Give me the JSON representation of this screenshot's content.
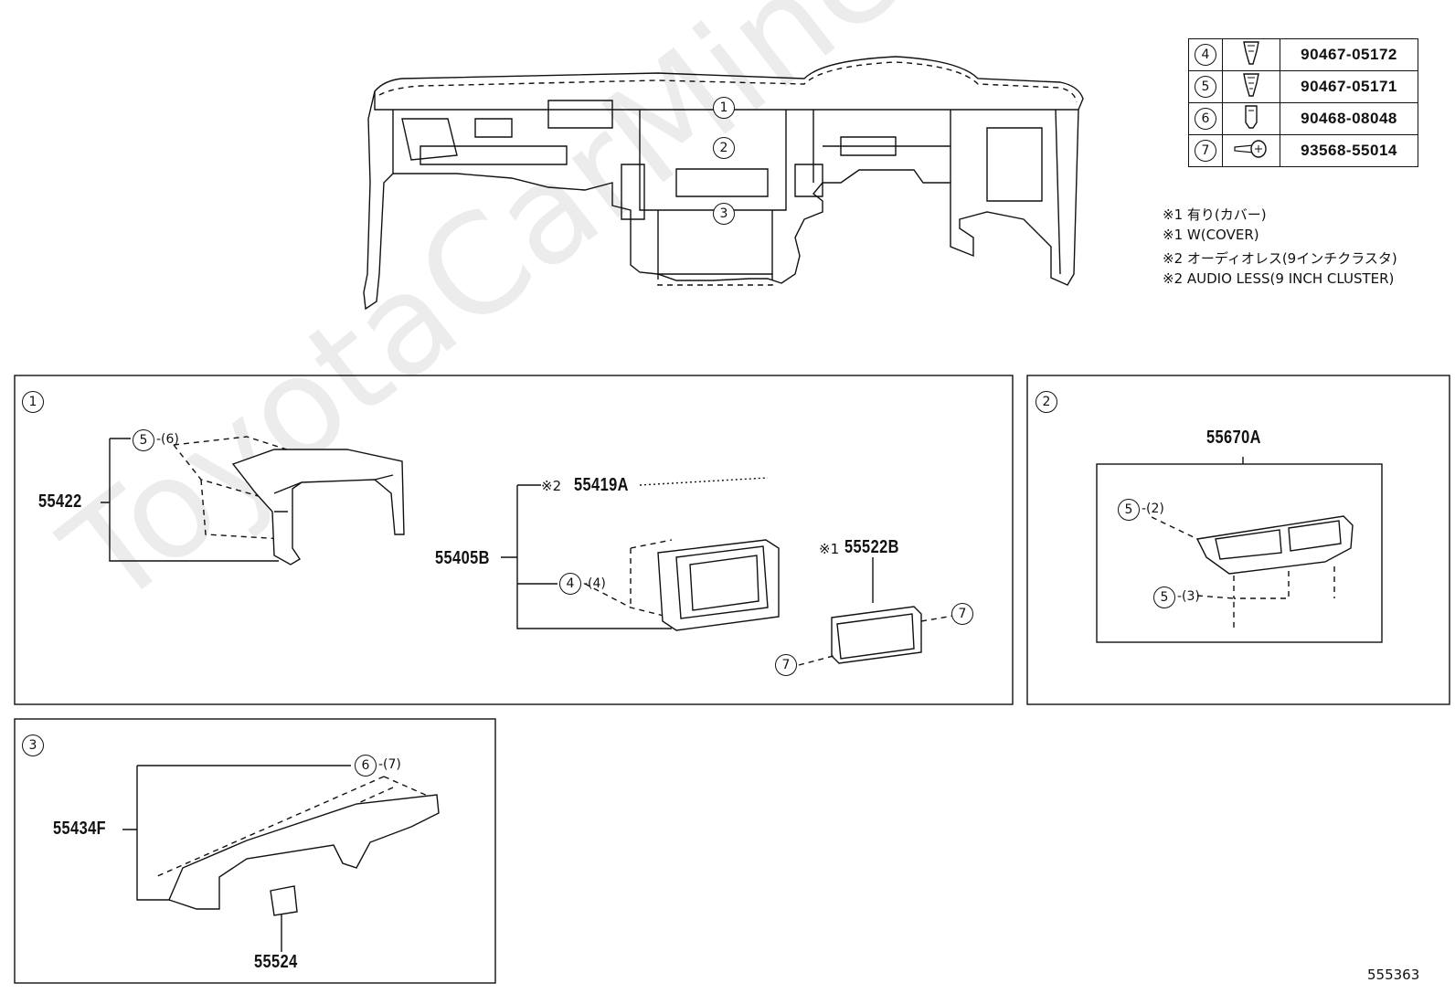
{
  "watermark": "ToyotaCarMine",
  "diagram_id": "555363",
  "fastener_table": [
    {
      "ref": "4",
      "icon": "clip-icon",
      "part_no": "90467-05172"
    },
    {
      "ref": "5",
      "icon": "clip-icon",
      "part_no": "90467-05171"
    },
    {
      "ref": "6",
      "icon": "clip-icon",
      "part_no": "90468-08048"
    },
    {
      "ref": "7",
      "icon": "screw-icon",
      "part_no": "93568-55014"
    }
  ],
  "notes": [
    "※1 有り(カバー)",
    "※1 W(COVER)",
    "※2 オーディオレス(9インチクラスタ)",
    "※2 AUDIO LESS(9 INCH CLUSTER)"
  ],
  "overview": {
    "callouts": [
      "1",
      "2",
      "3"
    ]
  },
  "panel1": {
    "label": "1",
    "parts": {
      "p55422": "55422",
      "p55405B": "55405B",
      "p55419A": "55419A",
      "p55522B": "55522B",
      "mark2": "※2",
      "mark1": "※1"
    },
    "callouts": {
      "c5": "5",
      "c5qty": "-(6)",
      "c4": "4",
      "c4qty": "-(4)",
      "c7a": "7",
      "c7b": "7"
    }
  },
  "panel2": {
    "label": "2",
    "parts": {
      "p55670A": "55670A"
    },
    "callouts": {
      "c5a": "5",
      "c5aqty": "-(2)",
      "c5b": "5",
      "c5bqty": "-(3)"
    }
  },
  "panel3": {
    "label": "3",
    "parts": {
      "p55434F": "55434F",
      "p55524": "55524"
    },
    "callouts": {
      "c6": "6",
      "c6qty": "-(7)"
    }
  }
}
